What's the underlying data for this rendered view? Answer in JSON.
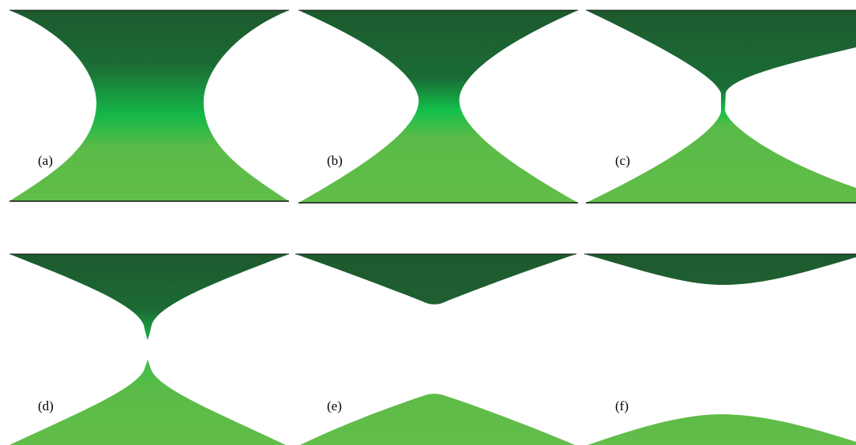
{
  "colors": {
    "top_dark": "#1d5a2e",
    "top_mid": "#1a7a3a",
    "neck_bright": "#13bf4a",
    "bottom_light": "#60bc48",
    "baseline": "#111111",
    "background": "#ffffff"
  },
  "panels": [
    {
      "id": "a",
      "label": "(a)",
      "stage": "wide-neck"
    },
    {
      "id": "b",
      "label": "(b)",
      "stage": "narrowing-neck"
    },
    {
      "id": "c",
      "label": "(c)",
      "stage": "thin-thread"
    },
    {
      "id": "d",
      "label": "(d)",
      "stage": "pinch-off"
    },
    {
      "id": "e",
      "label": "(e)",
      "stage": "separated-cones"
    },
    {
      "id": "f",
      "label": "(f)",
      "stage": "flattened-lobes"
    }
  ]
}
